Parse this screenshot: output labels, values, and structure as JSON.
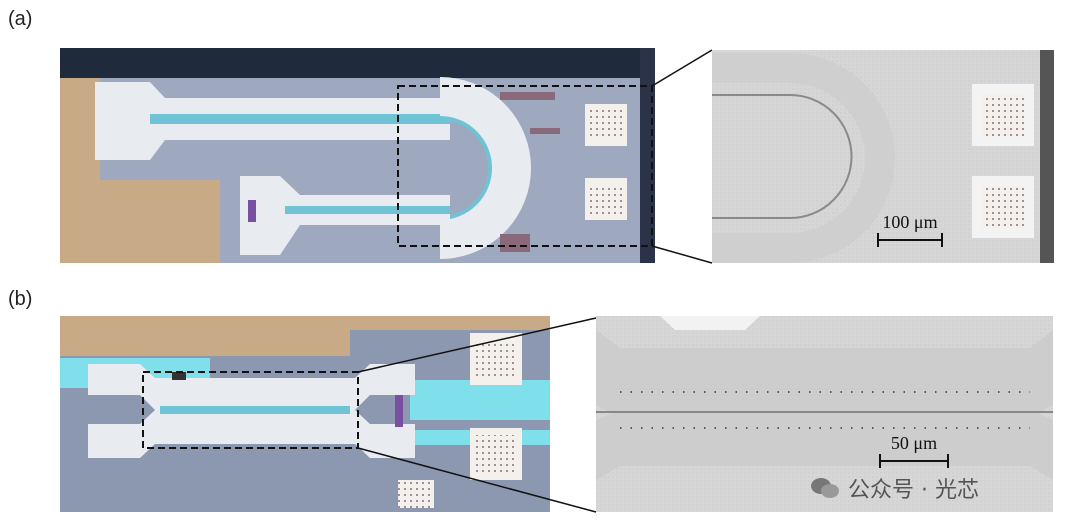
{
  "panel_a": {
    "label": "(a)",
    "scale_bar_text": "100 μm"
  },
  "panel_b": {
    "label": "(b)",
    "scale_bar_text": "50 μm"
  },
  "watermark": {
    "text": "公众号 · 光芯",
    "icon": "wechat-icon"
  }
}
